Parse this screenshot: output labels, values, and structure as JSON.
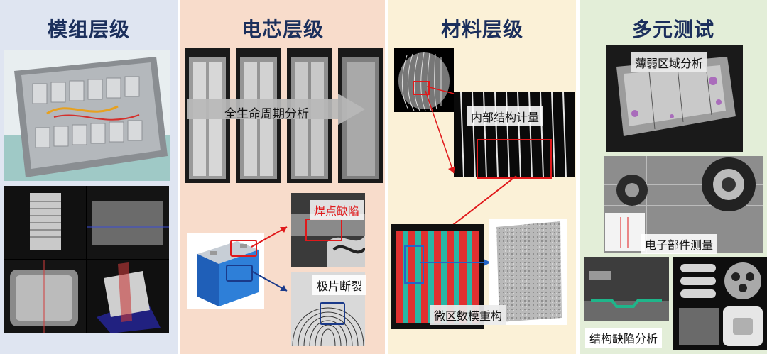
{
  "panels": {
    "module": {
      "title": "模组层级"
    },
    "cell": {
      "title": "电芯层级",
      "lifecycle_label": "全生命周期分析",
      "weld_defect_label": "焊点缺陷",
      "electrode_fracture_label": "极片断裂"
    },
    "material": {
      "title": "材料层级",
      "internal_metrology_label": "内部结构计量",
      "micro_modeling_label": "微区数模重构"
    },
    "multi": {
      "title": "多元测试",
      "thin_area_label": "薄弱区域分析",
      "electronics_label": "电子部件测量",
      "structural_defect_label": "结构缺陷分析"
    }
  },
  "colors": {
    "module_bg": "#dfe5f1",
    "cell_bg": "#f8dccb",
    "material_bg": "#fbf1d7",
    "multi_bg": "#e3eed8",
    "title": "#1b2f5c",
    "highlight_red": "#e0191b",
    "highlight_blue": "#1a3a8a"
  }
}
